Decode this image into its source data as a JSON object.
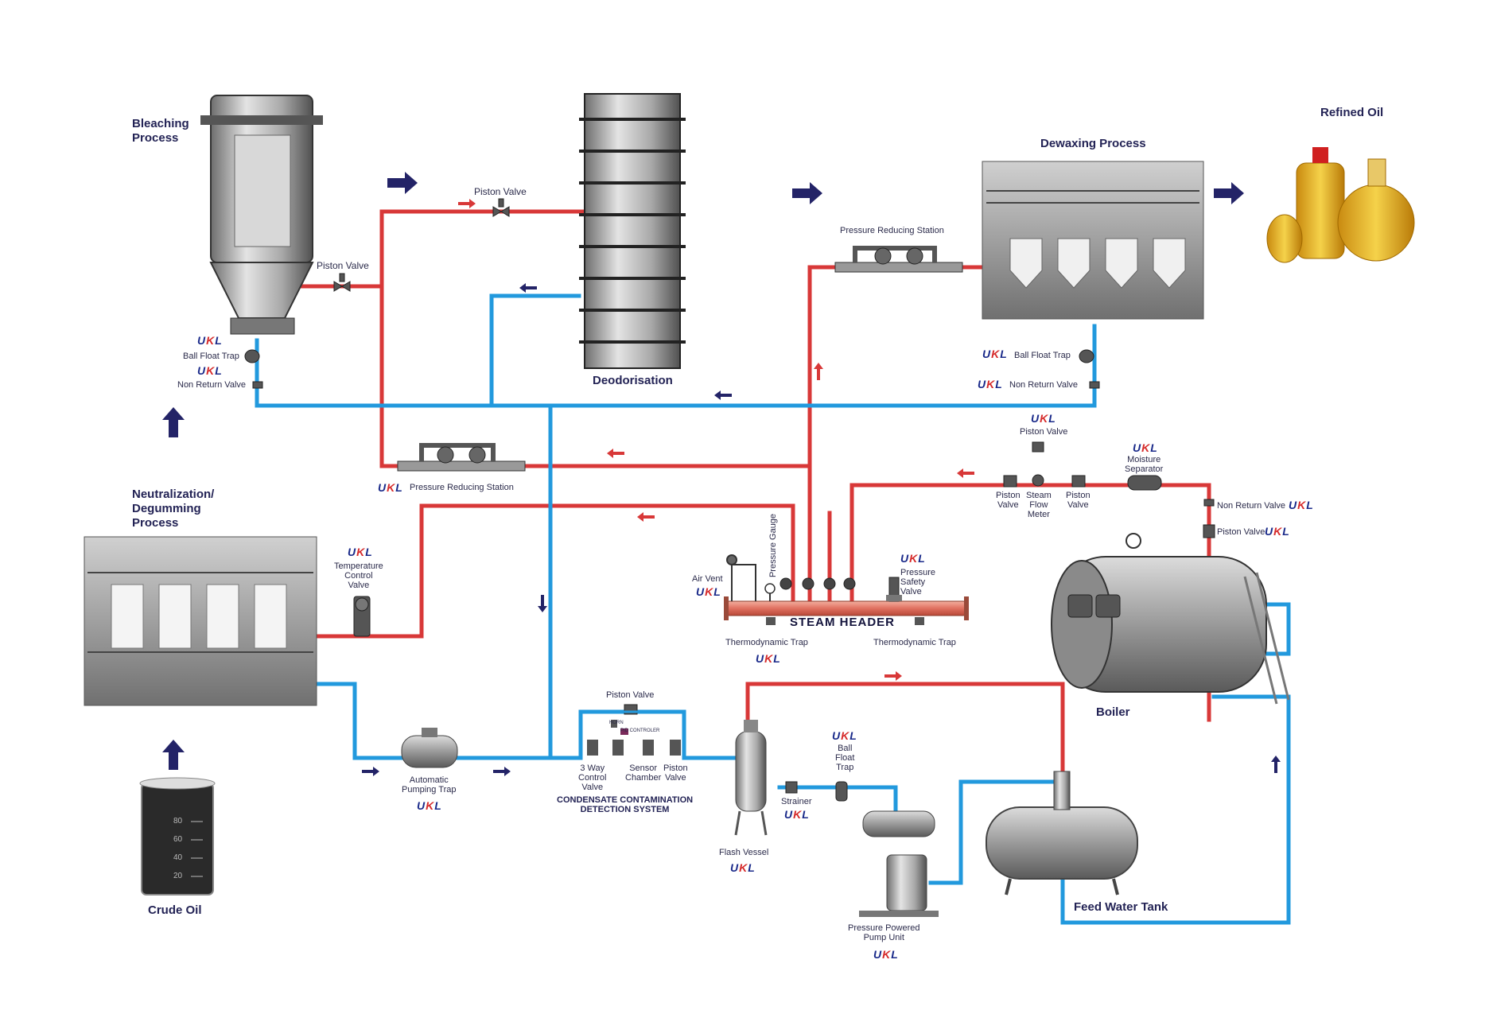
{
  "brand": {
    "ukl_prefix": "U",
    "ukl_k": "K",
    "ukl_suffix": "L"
  },
  "colors": {
    "steam_line": "#d83838",
    "condensate_line": "#2299dd",
    "arrow": "#232367",
    "label": "#232355"
  },
  "processes": {
    "bleaching": [
      "Bleaching",
      "Process"
    ],
    "deodorisation": "Deodorisation",
    "dewaxing": "Dewaxing Process",
    "refined_oil": "Refined Oil",
    "neutralization": [
      "Neutralization/",
      "Degumming",
      "Process"
    ],
    "crude_oil": "Crude Oil",
    "boiler": "Boiler",
    "feed_water_tank": "Feed Water Tank"
  },
  "components": {
    "piston_valve": "Piston Valve",
    "piston_valve_split": [
      "Piston",
      "Valve"
    ],
    "ball_float_trap": "Ball Float Trap",
    "ball_float_trap_split": [
      "Ball",
      "Float",
      "Trap"
    ],
    "non_return_valve": "Non Return Valve",
    "pressure_reducing_station": "Pressure Reducing Station",
    "moisture_separator": [
      "Moisture",
      "Separator"
    ],
    "steam_flow_meter": [
      "Steam",
      "Flow",
      "Meter"
    ],
    "temperature_control_valve": [
      "Temperature",
      "Control",
      "Valve"
    ],
    "air_vent": "Air Vent",
    "pressure_gauge": "Pressure Gauge",
    "pressure_safety_valve": [
      "Pressure",
      "Safety",
      "Valve"
    ],
    "steam_header": "STEAM  HEADER",
    "thermodynamic_trap": "Thermodynamic Trap",
    "automatic_pumping_trap": [
      "Automatic",
      "Pumping Trap"
    ],
    "three_way_control_valve": [
      "3 Way",
      "Control",
      "Valve"
    ],
    "sensor_chamber": [
      "Sensor",
      "Chamber"
    ],
    "ccds": [
      "CONDENSATE CONTAMINATION",
      "DETECTION SYSTEM"
    ],
    "flash_vessel": "Flash Vessel",
    "strainer": "Strainer",
    "pressure_powered_pump_unit": [
      "Pressure Powered",
      "Pump Unit"
    ],
    "horn": "HORN",
    "pid_controller": "PID CONTROLER"
  },
  "beaker_scale": [
    "80",
    "60",
    "40",
    "20"
  ]
}
